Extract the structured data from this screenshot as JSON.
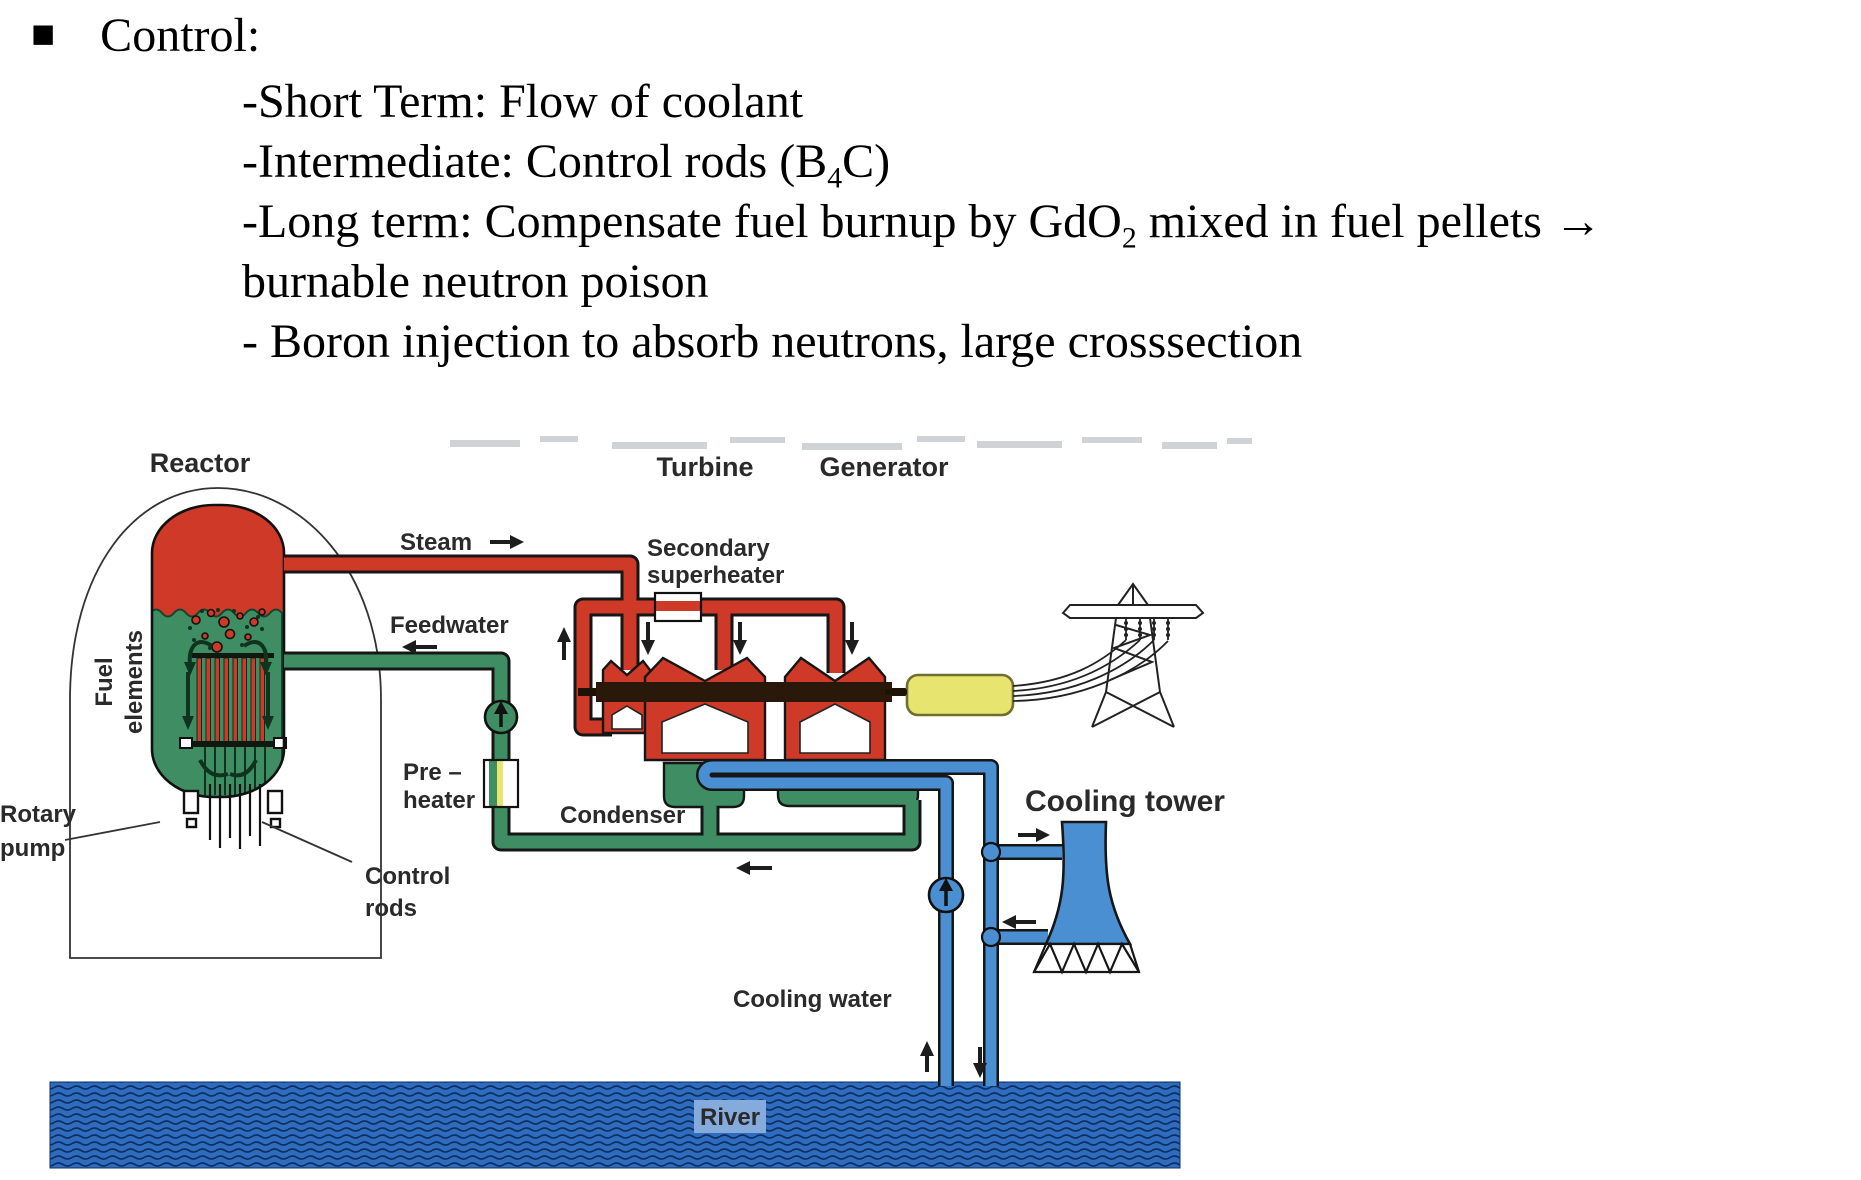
{
  "slide": {
    "bullet_symbol": "■",
    "heading": "Control:",
    "lines": [
      {
        "text": "-Short Term: Flow of coolant"
      },
      {
        "pre": "-Intermediate: Control rods (B",
        "sub": "4",
        "post": "C)"
      },
      {
        "pre": "-Long term: Compensate fuel burnup by GdO",
        "sub": "2",
        "post": " mixed in fuel pellets →"
      },
      {
        "text": "burnable neutron poison"
      },
      {
        "text": "- Boron injection to absorb neutrons, large crosssection"
      }
    ]
  },
  "diagram": {
    "labels": {
      "reactor": "Reactor",
      "turbine": "Turbine",
      "generator": "Generator",
      "steam": "Steam",
      "secondary_line1": "Secondary",
      "secondary_line2": "superheater",
      "feedwater": "Feedwater",
      "fuel_line1": "Fuel",
      "fuel_line2": "elements",
      "preheater_line1": "Pre –",
      "preheater_line2": "heater",
      "condenser": "Condenser",
      "rotary_line1": "Rotary",
      "rotary_line2": "pump",
      "controlrods_line1": "Control",
      "controlrods_line2": "rods",
      "cooling_tower": "Cooling tower",
      "cooling_water": "Cooling water",
      "river": "River"
    },
    "colors": {
      "red": "#ce3928",
      "green": "#3f8e63",
      "dkgreen": "#14452e",
      "blue": "#4a8fd2",
      "river": "#2f6cbd",
      "riverline": "#0c2f63",
      "lightblue": "#85abdc",
      "yellow": "#e8e470",
      "yellowedge": "#6f6f2e",
      "shaft": "#2a180a",
      "label": "#2a2a2a",
      "outline": "#161616"
    }
  }
}
